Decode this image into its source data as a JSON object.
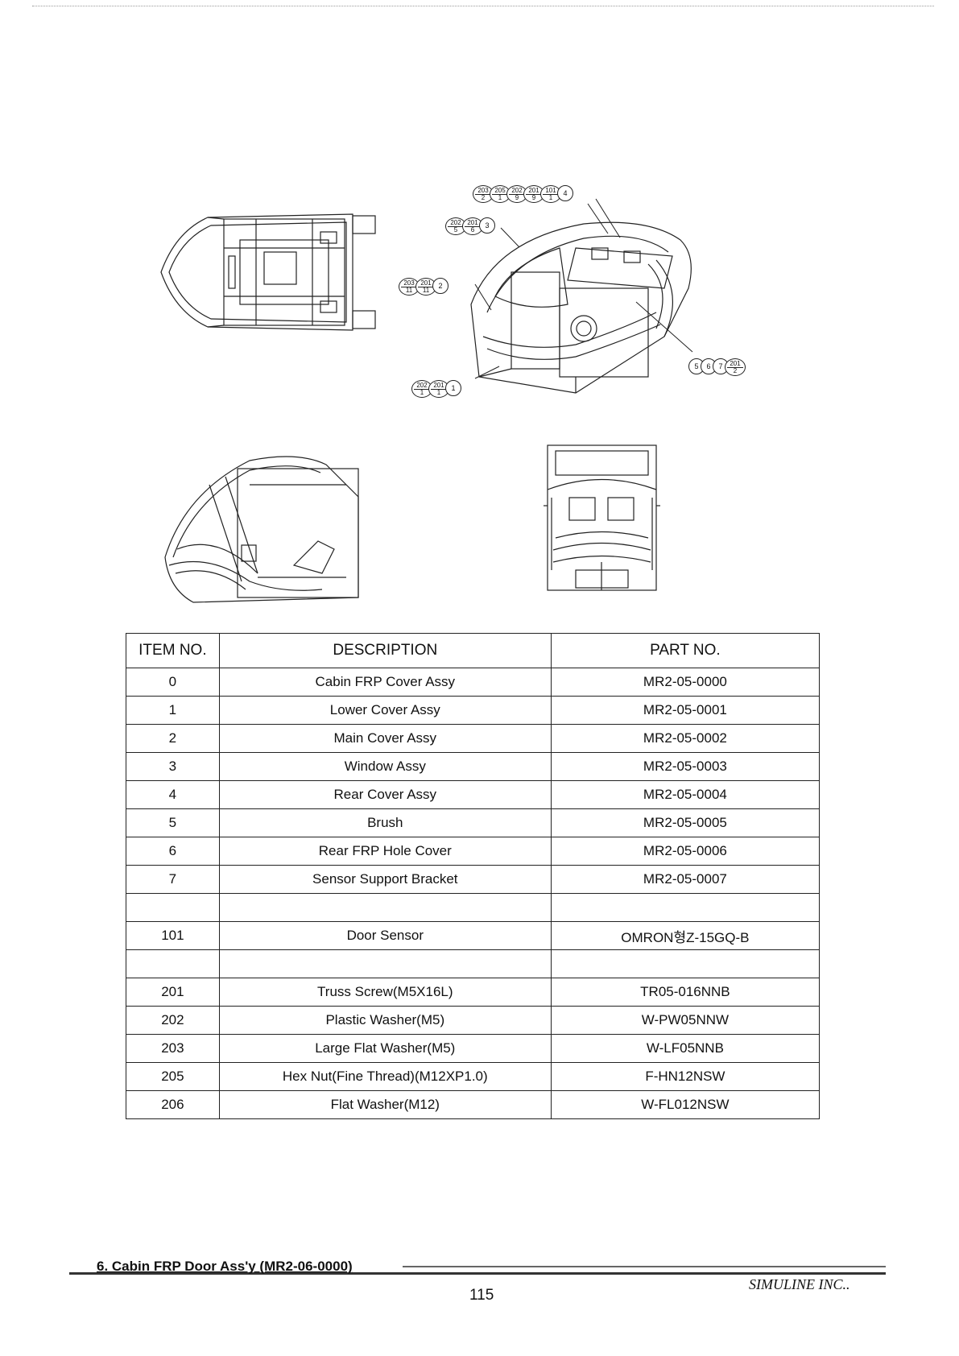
{
  "callouts": {
    "top": [
      {
        "top": "203",
        "bottom": "2"
      },
      {
        "top": "205",
        "bottom": "1"
      },
      {
        "top": "202",
        "bottom": "9"
      },
      {
        "top": "201",
        "bottom": "9"
      },
      {
        "top": "101",
        "bottom": "1"
      },
      {
        "single": "4"
      }
    ],
    "left_top": [
      {
        "top": "202",
        "bottom": "5"
      },
      {
        "top": "201",
        "bottom": "6"
      },
      {
        "single": "3"
      }
    ],
    "left_mid": [
      {
        "top": "203",
        "bottom": "11"
      },
      {
        "top": "201",
        "bottom": "11"
      },
      {
        "single": "2"
      }
    ],
    "left_bottom": [
      {
        "top": "202",
        "bottom": "1"
      },
      {
        "top": "201",
        "bottom": "1"
      },
      {
        "single": "1"
      }
    ],
    "right": [
      {
        "single": "5"
      },
      {
        "single": "6"
      },
      {
        "single": "7"
      },
      {
        "top": "201",
        "bottom": "2"
      }
    ]
  },
  "table": {
    "headers": [
      "ITEM NO.",
      "DESCRIPTION",
      "PART NO."
    ],
    "rows": [
      [
        "0",
        "Cabin FRP Cover Assy",
        "MR2-05-0000"
      ],
      [
        "1",
        "Lower Cover Assy",
        "MR2-05-0001"
      ],
      [
        "2",
        "Main Cover Assy",
        "MR2-05-0002"
      ],
      [
        "3",
        "Window Assy",
        "MR2-05-0003"
      ],
      [
        "4",
        "Rear Cover Assy",
        "MR2-05-0004"
      ],
      [
        "5",
        "Brush",
        "MR2-05-0005"
      ],
      [
        "6",
        "Rear FRP Hole Cover",
        "MR2-05-0006"
      ],
      [
        "7",
        "Sensor Support Bracket",
        "MR2-05-0007"
      ],
      [
        "",
        "",
        ""
      ],
      [
        "101",
        "Door Sensor",
        "OMRON형Z-15GQ-B"
      ],
      [
        "",
        "",
        ""
      ],
      [
        "201",
        "Truss Screw(M5X16L)",
        "TR05-016NNB"
      ],
      [
        "202",
        "Plastic Washer(M5)",
        "W-PW05NNW"
      ],
      [
        "203",
        "Large Flat Washer(M5)",
        "W-LF05NNB"
      ],
      [
        "205",
        "Hex Nut(Fine Thread)(M12XP1.0)",
        "F-HN12NSW"
      ],
      [
        "206",
        "Flat Washer(M12)",
        "W-FL012NSW"
      ]
    ]
  },
  "footer": {
    "section_title": "6. Cabin FRP Door Ass'y (MR2-06-0000)",
    "page_number": "115",
    "company": "SIMULINE INC.."
  }
}
